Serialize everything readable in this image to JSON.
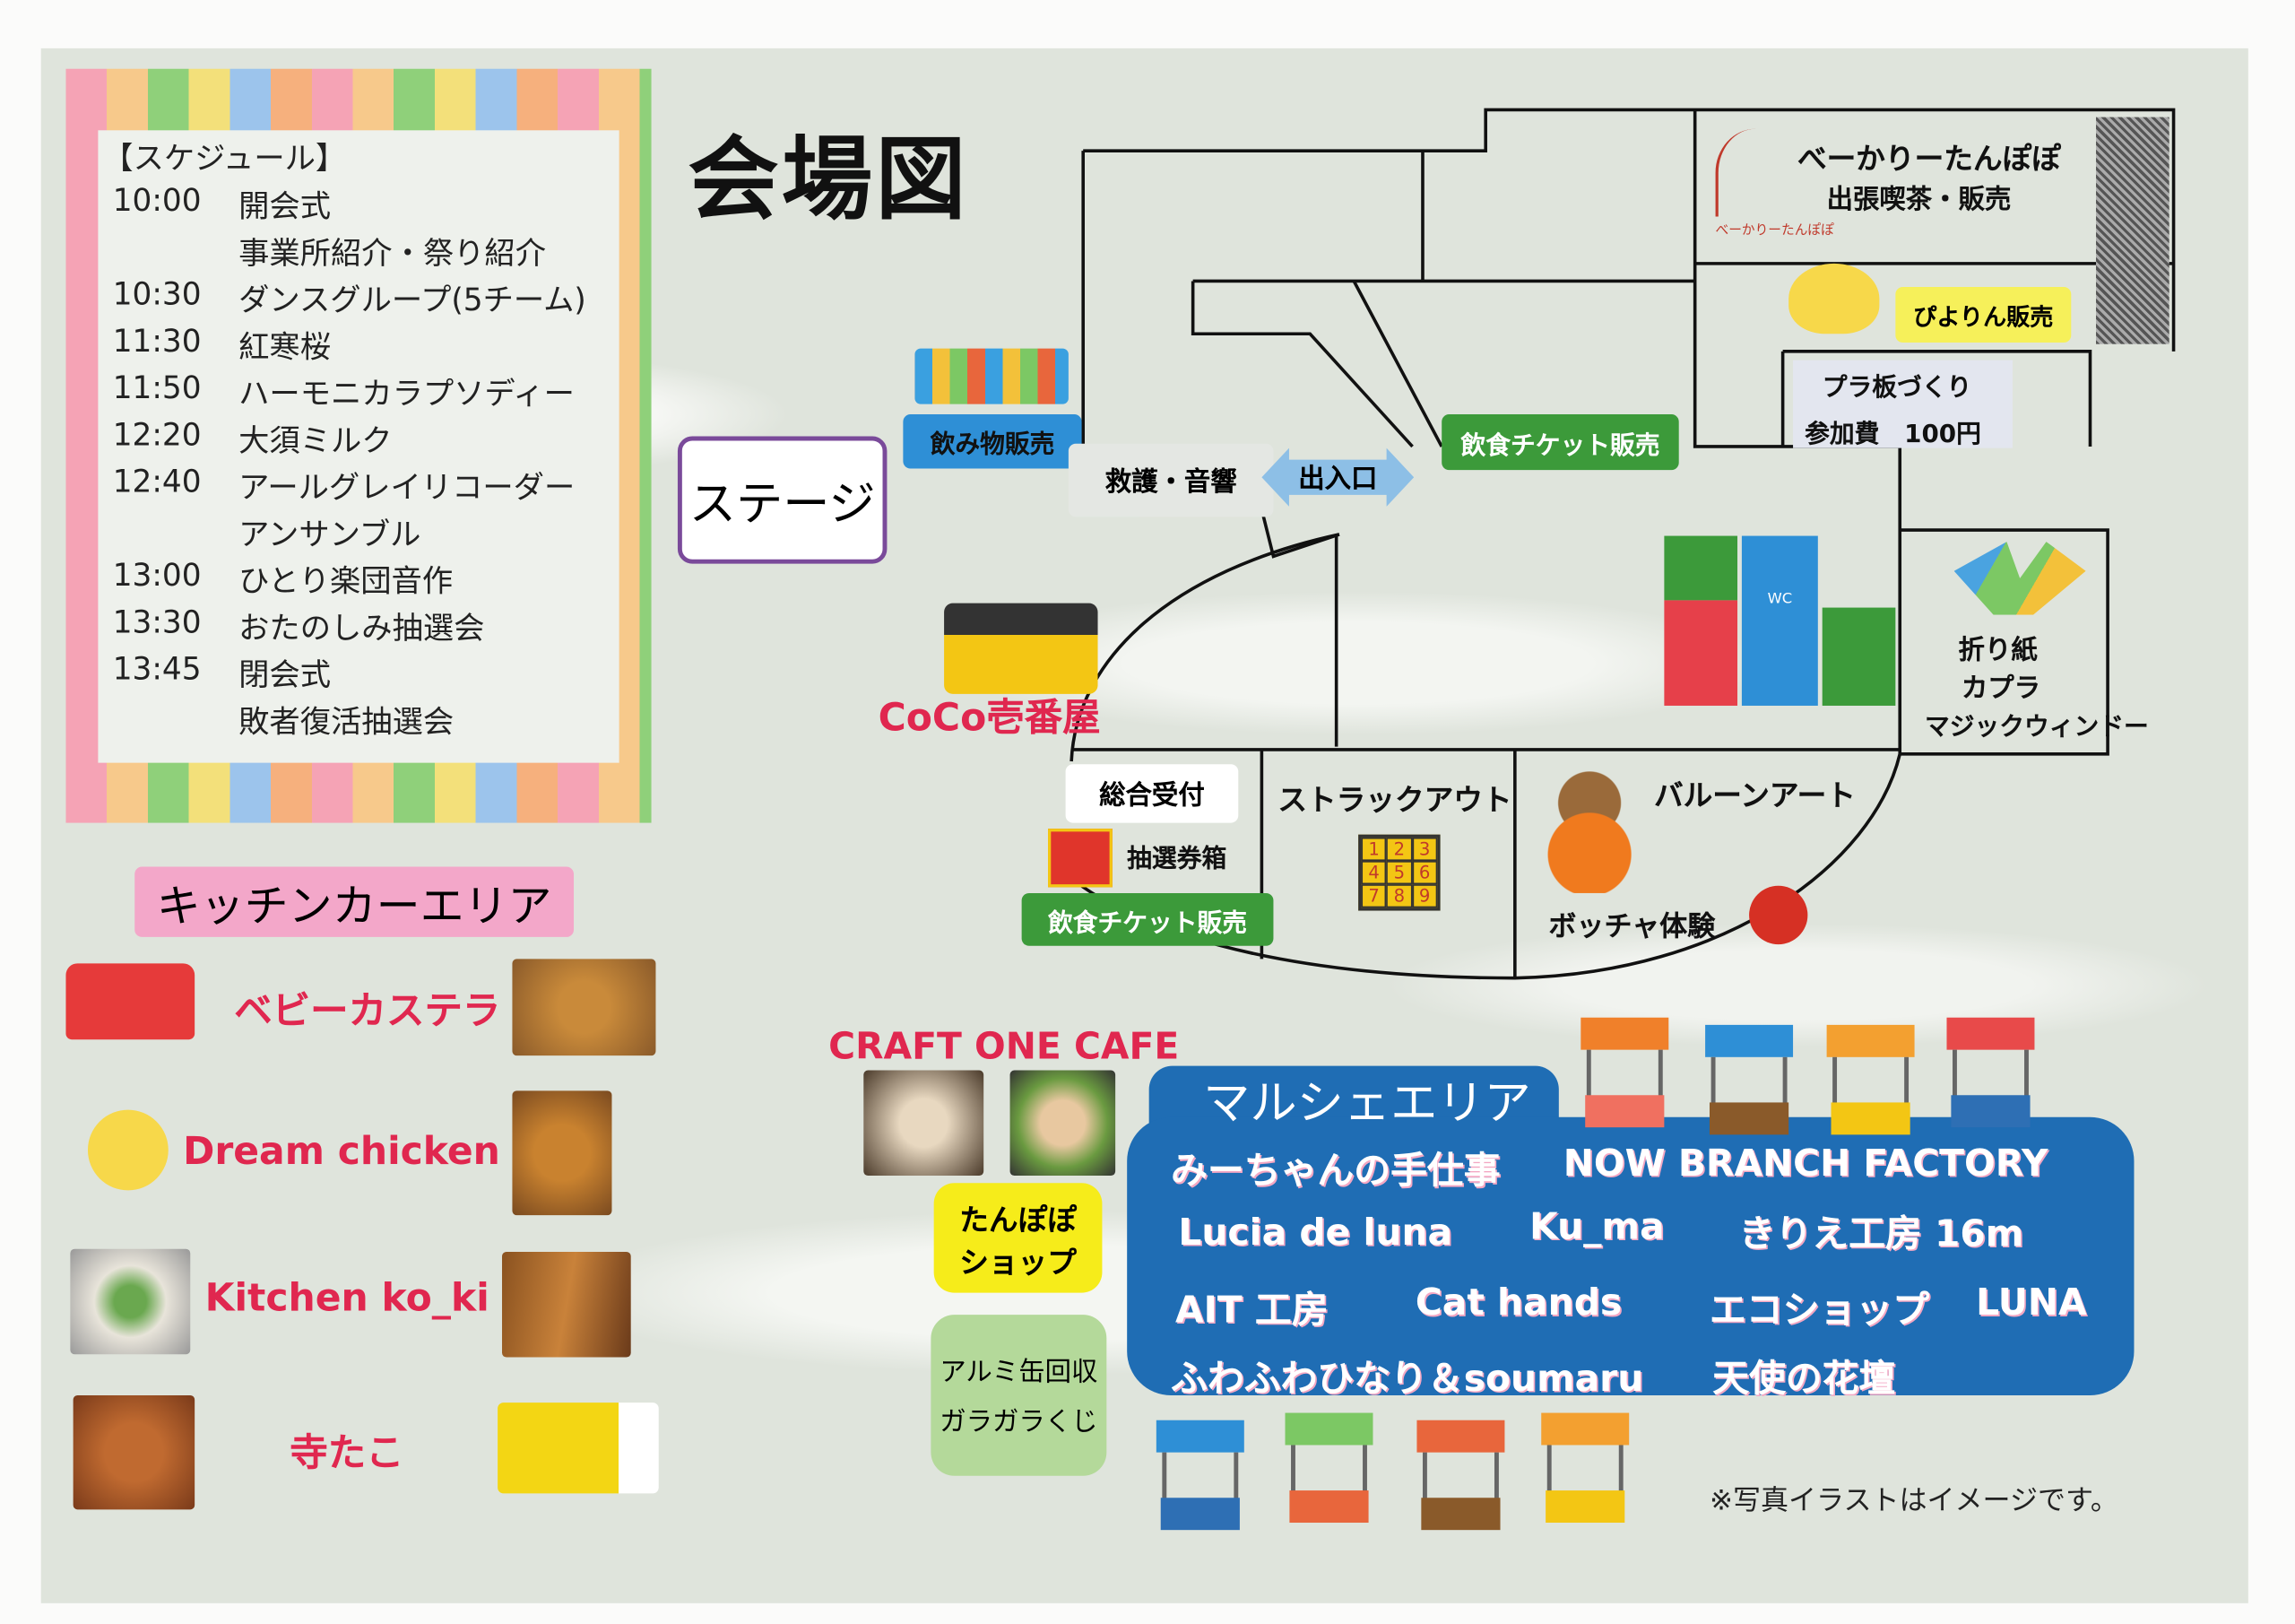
{
  "title": "会場図",
  "schedule": {
    "header": "【スケジュール】",
    "items": [
      {
        "time": "10:00",
        "lines": [
          "開会式",
          "事業所紹介・祭り紹介"
        ]
      },
      {
        "time": "10:30",
        "lines": [
          "ダンスグループ(5チーム)"
        ]
      },
      {
        "time": "11:30",
        "lines": [
          "紅寒桜"
        ]
      },
      {
        "time": "11:50",
        "lines": [
          "ハーモニカラプソディー"
        ]
      },
      {
        "time": "12:20",
        "lines": [
          "大須ミルク"
        ]
      },
      {
        "time": "12:40",
        "lines": [
          "アールグレイリコーダー",
          "アンサンブル"
        ]
      },
      {
        "time": "13:00",
        "lines": [
          "ひとり楽団音作"
        ]
      },
      {
        "time": "13:30",
        "lines": [
          "おたのしみ抽選会"
        ]
      },
      {
        "time": "13:45",
        "lines": [
          "閉会式",
          "敗者復活抽選会"
        ]
      }
    ]
  },
  "map": {
    "stage": "ステージ",
    "drinks": "飲み物販売",
    "first_aid_sound": "救護・音響",
    "entrance": "出入口",
    "food_ticket_top": "飲食チケット販売",
    "bakery_name": "べーかりーたんぽぽ",
    "bakery_sub": "出張喫茶・販売",
    "bakery_logo": "べーかりーたんぽぽ",
    "piyorin": "ぴよりん販売",
    "plaban": "プラ板づくり",
    "plaban_fee": "参加費　100円",
    "wc": "WC",
    "origami": "折り紙",
    "kapla": "カプラ",
    "magic_window": "マジックウィンドー",
    "coco": "CoCo壱番屋",
    "reception": "総合受付",
    "lottery_box": "抽選券箱",
    "food_ticket_bottom": "飲食チケット販売",
    "struckout": "ストラックアウト",
    "struckout_numbers": [
      "1",
      "2",
      "3",
      "4",
      "5",
      "6",
      "7",
      "8",
      "9"
    ],
    "balloon": "バルーンアート",
    "boccia": "ボッチャ体験"
  },
  "kitchen": {
    "title": "キッチンカーエリア",
    "items": [
      "ベビーカステラ",
      "Dream chicken",
      "Kitchen ko_ki",
      "寺たこ"
    ]
  },
  "craft_cafe": "CRAFT ONE CAFE",
  "tanpopo_shop": [
    "たんぽぽ",
    "ショップ"
  ],
  "can_recycle": [
    "アルミ缶回収",
    "ガラガラくじ"
  ],
  "marche": {
    "title": "マルシェエリア",
    "rows": [
      [
        "みーちゃんの手仕事",
        "NOW BRANCH FACTORY"
      ],
      [
        "Lucia de luna",
        "Ku_ma",
        "きりえ工房 16m"
      ],
      [
        "AIT 工房",
        "Cat hands",
        "エコショップ",
        "LUNA"
      ],
      [
        "ふわふわひなり＆soumaru",
        "天使の花壇"
      ]
    ]
  },
  "note": "※写真イラストはイメージです。",
  "colors": {
    "marche_blue": "#1f6db4",
    "ticket_green": "#3c9a3a",
    "accent_red": "#e0274f",
    "kitchen_pink": "#f3a7c9",
    "stage_purple": "#7a4a9a"
  }
}
